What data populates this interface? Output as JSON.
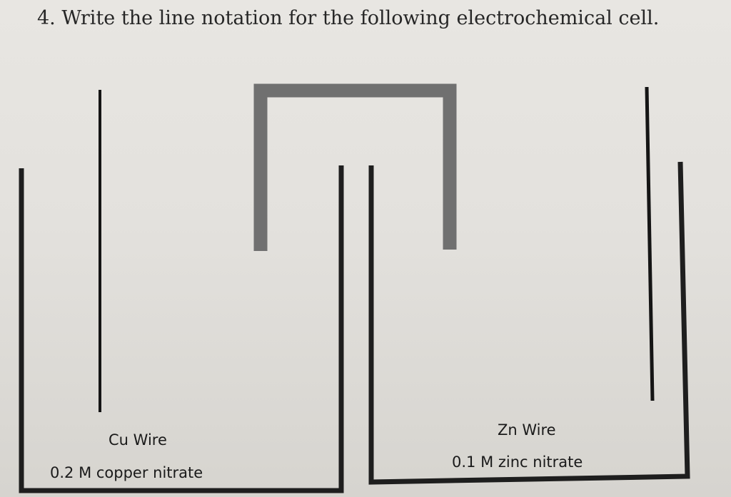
{
  "question": {
    "number": "4.",
    "text": "Write the line notation for the following electrochemical cell."
  },
  "diagram": {
    "left_cell": {
      "electrode_label": "Cu Wire",
      "solution_label": "0.2 M copper nitrate"
    },
    "right_cell": {
      "electrode_label": "Zn Wire",
      "solution_label": "0.1 M zinc nitrate"
    },
    "colors": {
      "beaker": "#1e1e1e",
      "wire": "#151515",
      "salt_bridge": "#707070"
    }
  }
}
